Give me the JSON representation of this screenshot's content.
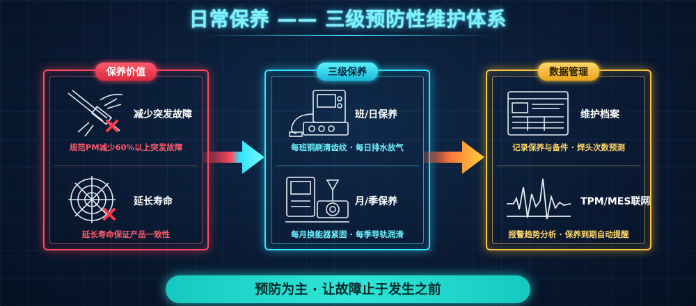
{
  "title": "日常保养 —— 三级预防性维护体系",
  "panels": [
    {
      "badge": "保养价值",
      "items": [
        {
          "label": "减少突发故障",
          "desc": "规范PM减少60%以上突发故障",
          "icon": "torch-cross-icon"
        },
        {
          "label": "延长寿命",
          "desc": "延长寿命保证产品一致性",
          "icon": "target-cross-icon"
        }
      ]
    },
    {
      "badge": "三级保养",
      "items": [
        {
          "label": "班/日保养",
          "desc": "每班铜刷清齿纹 · 每日排水放气",
          "icon": "welding-machine-icon"
        },
        {
          "label": "月/季保养",
          "desc": "每月换能器紧固 · 每季导轨润滑",
          "icon": "transducer-machine-icon"
        }
      ]
    },
    {
      "badge": "数据管理",
      "items": [
        {
          "label": "维护档案",
          "desc": "记录保养与备件 · 焊头次数预测",
          "icon": "monitor-record-icon"
        },
        {
          "label": "TPM/MES联网",
          "desc": "报警趋势分析 · 保养到期自动提醒",
          "icon": "waveform-icon"
        }
      ]
    }
  ],
  "banner": "预防为主 · 让故障止于发生之前",
  "colors": {
    "red": "#ff4a5e",
    "cyan": "#2ee6ff",
    "gold": "#ffc53a"
  }
}
